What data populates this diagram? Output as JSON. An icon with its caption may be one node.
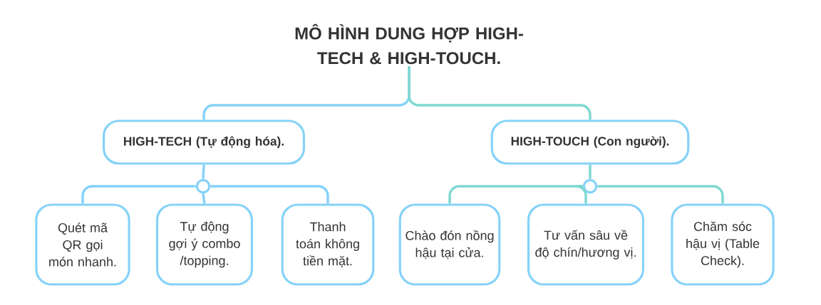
{
  "diagram": {
    "nodes": [
      {
        "text": [
          "MÔ HÌNH DUNG HỢP HIGH-TECH & HIGH-TOUCH."
        ]
      },
      {
        "text": [
          "HIGH-TECH (Tự động hóa)."
        ]
      },
      {
        "text": [
          "HIGH-TOUCH (Con người)."
        ]
      },
      {
        "text": [],
        "shape": "circle"
      },
      {
        "text": [],
        "shape": "circle"
      },
      {
        "text": [
          "Quét mã QR gọi món nhanh."
        ]
      },
      {
        "text": [
          "Tự động gợi ý combo /topping."
        ]
      },
      {
        "text": [
          "Thanh toán không tiền mặt."
        ]
      },
      {
        "text": [
          "Chào đón nồng hậu tại cửa."
        ]
      },
      {
        "text": [
          "Tư vấn sâu về độ chín/hương vị."
        ]
      },
      {
        "text": [
          "Chăm sóc hậu vị (Table Check)."
        ]
      }
    ],
    "edges": [
      {
        "from": 0,
        "to": 1,
        "arrow": "none"
      },
      {
        "from": 0,
        "to": 2,
        "arrow": "none",
        "color": "#7fd8d0"
      },
      {
        "from": 1,
        "to": 3,
        "arrow": "none"
      },
      {
        "from": 3,
        "to": 5,
        "arrow": "none"
      },
      {
        "from": 3,
        "to": 6,
        "arrow": "none"
      },
      {
        "from": 3,
        "to": 7,
        "arrow": "none"
      },
      {
        "from": 2,
        "to": 4,
        "arrow": "none",
        "color": "#7fd8d0"
      },
      {
        "from": 4,
        "to": 8,
        "arrow": "none",
        "color": "#7fd8d0"
      },
      {
        "from": 4,
        "to": 9,
        "arrow": "none",
        "color": "#7fd8d0"
      },
      {
        "from": 4,
        "to": 10,
        "arrow": "none",
        "color": "#7fd8d0"
      }
    ]
  }
}
